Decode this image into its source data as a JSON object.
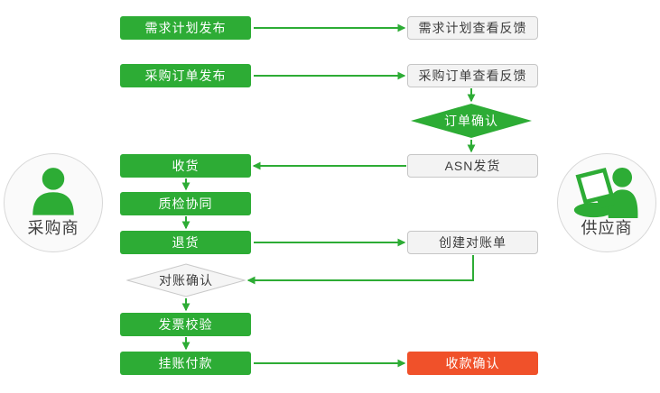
{
  "actors": {
    "buyer": "采购商",
    "supplier": "供应商"
  },
  "nodes": {
    "demand_publish": "需求计划发布",
    "demand_feedback": "需求计划查看反馈",
    "po_publish": "采购订单发布",
    "po_feedback": "采购订单查看反馈",
    "order_confirm": "订单确认",
    "asn_ship": "ASN发货",
    "receive_goods": "收货",
    "quality_check": "质检协同",
    "return_goods": "退货",
    "create_statement": "创建对账单",
    "statement_confirm": "对账确认",
    "invoice_verify": "发票校验",
    "payment_on_account": "挂账付款",
    "receipt_confirm": "收款确认"
  },
  "colors": {
    "green": "#2dac35",
    "red": "#f0512a",
    "node_bg": "#f3f3f3",
    "node_border": "#c6c6c6",
    "text_dark": "#3d3d3d",
    "circle_bg": "#fafafa",
    "circle_border": "#d8d8d8"
  }
}
